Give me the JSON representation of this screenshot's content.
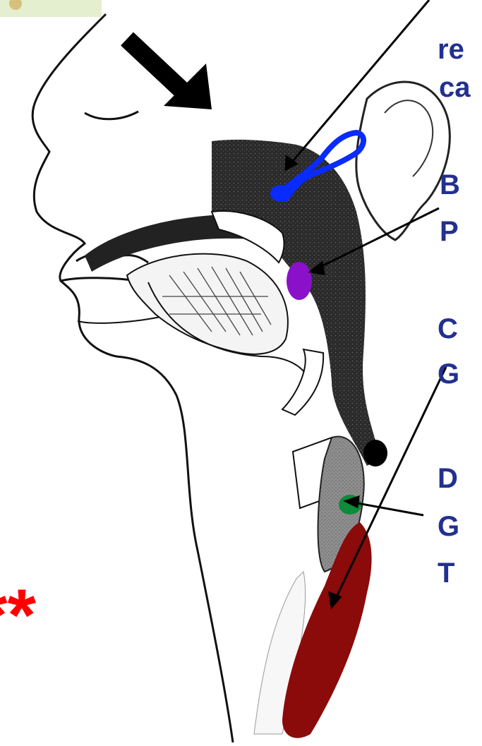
{
  "labels": {
    "a_line1": "re",
    "a_line2": "ca",
    "b_line1": "B",
    "b_line2": "P",
    "c_line1": "C",
    "c_line2": "G",
    "d_line1": "D",
    "d_line2": "G",
    "d_line3": "T"
  },
  "stars": "**",
  "colors": {
    "label_text": "#22308f",
    "stars": "#ff0000",
    "eustachian_tube": "#0a2bff",
    "nasopharynx_marker": "#8a10c9",
    "larynx_marker": "#0e8a3a",
    "esophagus": "#8b0a0a",
    "tissue_dark": "#1c1c1c",
    "skin_line": "#111111",
    "badge": "#e3efcf"
  },
  "icons": [
    "arrow-icon"
  ]
}
